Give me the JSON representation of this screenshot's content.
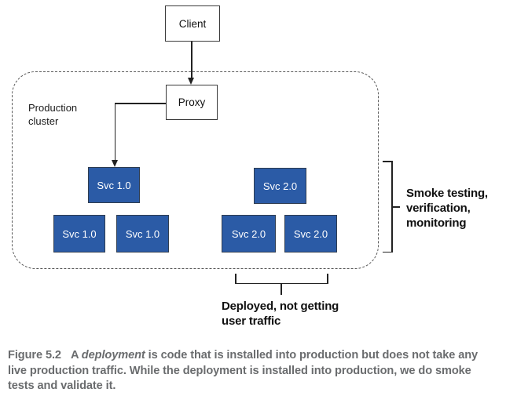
{
  "figure": {
    "nodes": {
      "client": "Client",
      "proxy": "Proxy",
      "svc_v1": "Svc 1.0",
      "svc_v2": "Svc 2.0"
    },
    "cluster": {
      "label_line1": "Production",
      "label_line2": "cluster"
    },
    "annotations": {
      "smoke": [
        "Smoke testing,",
        "verification,",
        "monitoring"
      ],
      "deployed": [
        "Deployed, not getting",
        "user traffic"
      ]
    },
    "caption": {
      "label": "Figure 5.2",
      "line1_pre_italic": "A ",
      "line1_italic": "deployment",
      "line1_post_italic": " is code that is installed into production but does not take any",
      "line2": "live production traffic. While the deployment is installed into production, we do smoke",
      "line3": "tests and validate it."
    },
    "colors": {
      "service_fill": "#2b5ba6",
      "service_border": "#2f3d50",
      "node_border": "#3a3a3a",
      "line": "#222222",
      "dashed_border": "#5a5a5a",
      "caption_text": "#6a6c6e"
    }
  }
}
